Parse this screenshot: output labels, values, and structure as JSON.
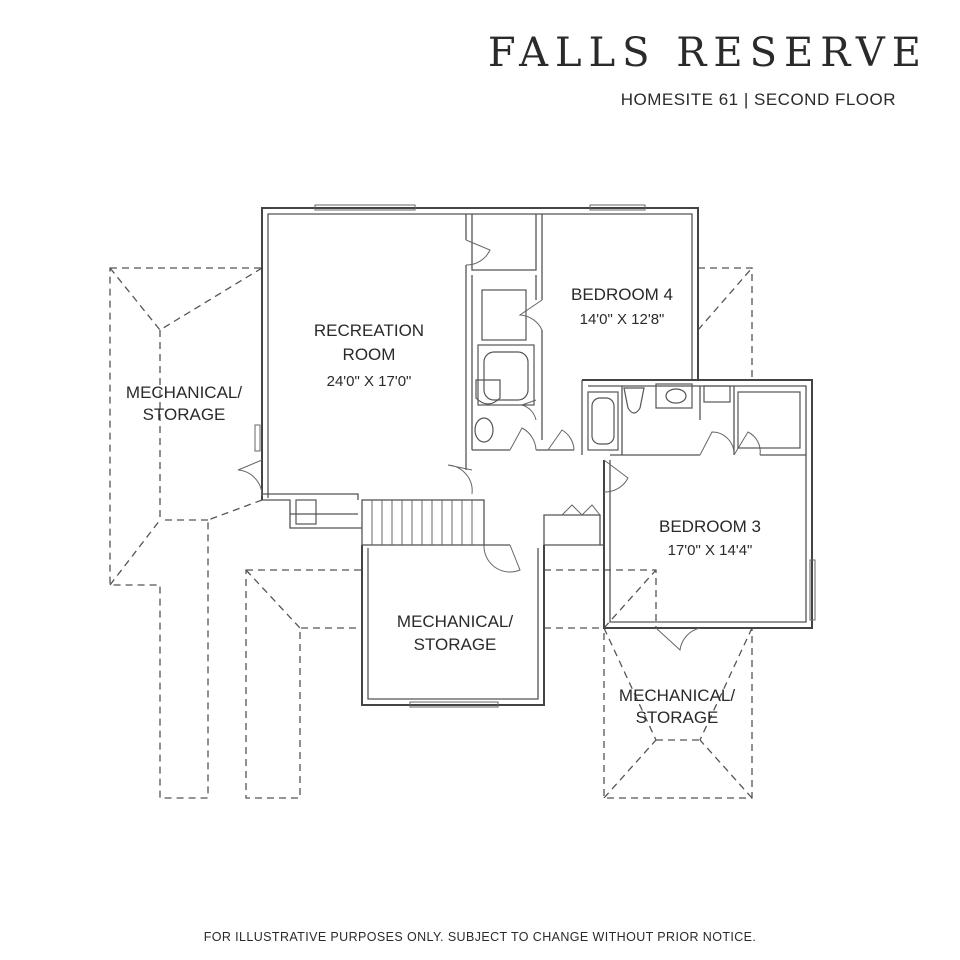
{
  "header": {
    "community": "FALLS RESERVE",
    "subtitle": "HOMESITE 61 | SECOND FLOOR"
  },
  "rooms": {
    "recreation": {
      "name_line1": "RECREATION",
      "name_line2": "ROOM",
      "dims": "24'0\" X 17'0\""
    },
    "bedroom4": {
      "name": "BEDROOM 4",
      "dims": "14'0\" X 12'8\""
    },
    "bedroom3": {
      "name": "BEDROOM 3",
      "dims": "17'0\" X 14'4\""
    },
    "mech_west": {
      "line1": "MECHANICAL/",
      "line2": "STORAGE"
    },
    "mech_center": {
      "line1": "MECHANICAL/",
      "line2": "STORAGE"
    },
    "mech_south": {
      "line1": "MECHANICAL/",
      "line2": "STORAGE"
    }
  },
  "footer": {
    "disclaimer": "FOR ILLUSTRATIVE PURPOSES ONLY. SUBJECT TO CHANGE WITHOUT PRIOR NOTICE."
  }
}
